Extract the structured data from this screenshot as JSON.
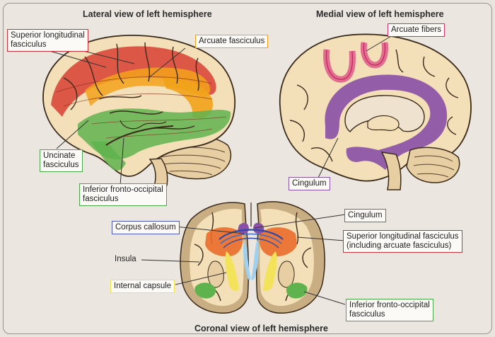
{
  "titles": {
    "lateral": "Lateral view of left hemisphere",
    "medial": "Medial view of left hemisphere",
    "coronal": "Coronal view of left hemisphere"
  },
  "labels": {
    "slf_lateral_l1": "Superior longitudinal",
    "slf_lateral_l2": "fasciculus",
    "arcuate_fasciculus": "Arcuate fasciculus",
    "uncinate_l1": "Uncinate",
    "uncinate_l2": "fasciculus",
    "ifof_lateral_l1": "Inferior fronto-occipital",
    "ifof_lateral_l2": "fasciculus",
    "arcuate_fibers": "Arcuate fibers",
    "cingulum_medial": "Cingulum",
    "corpus_callosum": "Corpus callosum",
    "cingulum_coronal": "Cingulum",
    "slf_coronal_l1": "Superior longitudinal fasciculus",
    "slf_coronal_l2": "(including arcuate fasciculus)",
    "insula": "Insula",
    "internal_capsule": "Internal capsule",
    "ifof_coronal_l1": "Inferior fronto-occipital",
    "ifof_coronal_l2": "fasciculus"
  },
  "colors": {
    "slf": "#d8392e",
    "arcuate": "#f2a21a",
    "ifof": "#5fb34e",
    "cingulum": "#8a4fa6",
    "arcuate_fibers": "#e0588a",
    "corpus_callosum": "#2f49a8",
    "internal_capsule": "#f2e35a",
    "cortex": "#f3dfb8",
    "gray_matter": "#c9ae84"
  }
}
